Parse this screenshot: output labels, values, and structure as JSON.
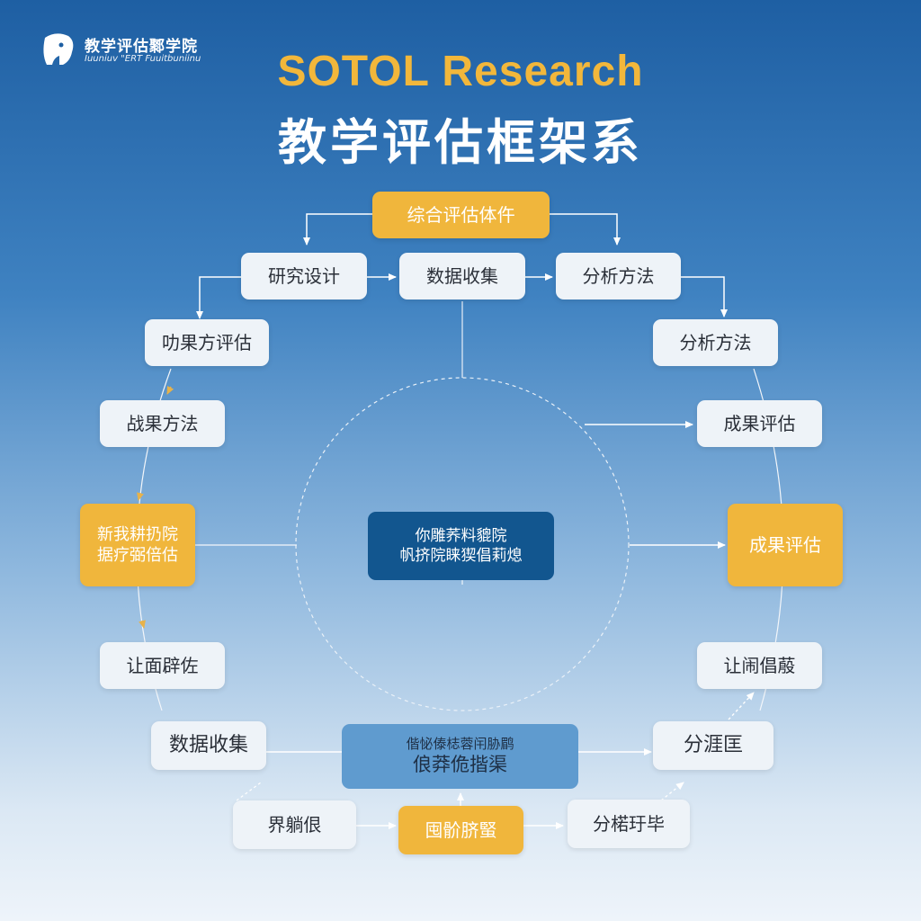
{
  "header": {
    "logo_name": "教学评估鄹学院",
    "logo_sub": "Iuuniuv \"ERT Fuuitbuniinu",
    "title": "SOTOL Research",
    "subtitle": "教学评估框架系"
  },
  "nodes": {
    "top": "综合评估体仵",
    "row1_left": "研究设计",
    "row1_center": "数据收集",
    "row1_right": "分析方法",
    "left_1": "叻果方评估",
    "left_2": "战果方法",
    "left_3_line1": "新我耕扔院",
    "left_3_line2": "据疗弼倍估",
    "left_4": "让面辟佐",
    "left_5": "数据收集",
    "center_line1": "你雕荞料貔院",
    "center_line2": "帆挤院睐猰倡莉熄",
    "right_1": "分析方法",
    "right_2": "成果评估",
    "right_3": "成果评估",
    "right_4": "让闹倡蒑",
    "right_5": "分涯匡",
    "bottom_center_line1": "偕怭傣梽蓉闬胁鹛",
    "bottom_center_line2": "俍莽佹揩渠",
    "bottom_left": "界躺佷",
    "bottom_mid": "囤骱脐蜸",
    "bottom_right": "分楉玗毕"
  },
  "colors": {
    "gold": "#f0b63c",
    "navy": "#12568f",
    "light_box": "#eef3f8",
    "bottom_box": "#5f9bcf",
    "title": "#f2b73b"
  }
}
